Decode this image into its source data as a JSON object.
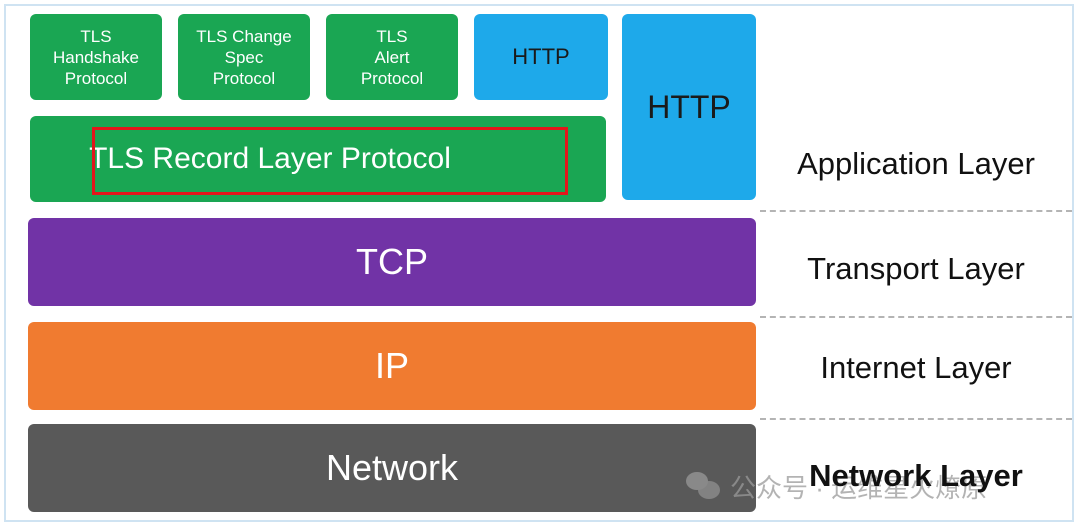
{
  "colors": {
    "tls": "#1aa653",
    "http": "#1ea9ea",
    "tcp": "#7133a6",
    "ip": "#f07b30",
    "network": "#595959",
    "highlight": "#e2161b"
  },
  "tls_boxes": [
    {
      "label": "TLS\nHandshake\nProtocol"
    },
    {
      "label": "TLS Change\nSpec\nProtocol"
    },
    {
      "label": "TLS\nAlert\nProtocol"
    }
  ],
  "http_small": "HTTP",
  "http_tall": "HTTP",
  "tls_record": "TLS Record Layer Protocol",
  "tcp": "TCP",
  "ip": "IP",
  "network": "Network",
  "layers": {
    "application": "Application Layer",
    "transport": "Transport Layer",
    "internet": "Internet Layer",
    "network": "Network Layer"
  },
  "watermark": "公众号 · 运维星火燎原"
}
